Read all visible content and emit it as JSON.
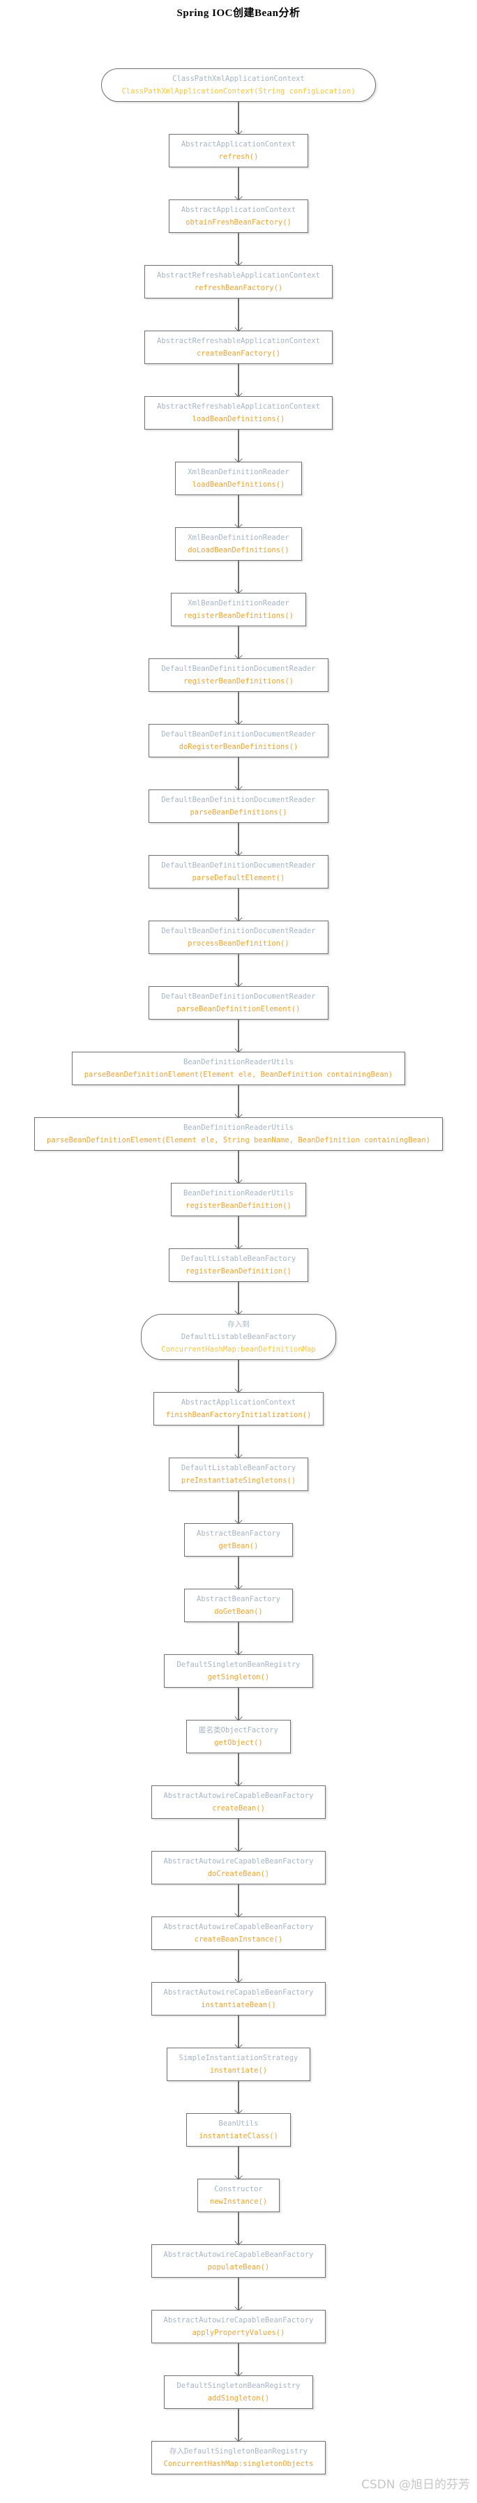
{
  "title": "Spring IOC创建Bean分析",
  "watermark": "CSDN @旭日的芬芳",
  "colors": {
    "class_text": "#a6b5c7",
    "method_text": "#f4a332",
    "bright_text": "#ffc53d",
    "border": "#6f6f6f",
    "arrow": "#6f6f6f",
    "watermark": "#c6c6c6",
    "background": "#ffffff"
  },
  "diagram": {
    "direction": "top-down",
    "nodes": [
      {
        "shape": "stadium",
        "lines": [
          {
            "style": "class",
            "text": "ClassPathXmlApplicationContext"
          },
          {
            "style": "bright",
            "text": "ClassPathXmlApplicationContext(String configLocation)"
          }
        ]
      },
      {
        "shape": "rect",
        "lines": [
          {
            "style": "class",
            "text": "AbstractApplicationContext"
          },
          {
            "style": "method",
            "text": "refresh()"
          }
        ]
      },
      {
        "shape": "rect",
        "lines": [
          {
            "style": "class",
            "text": "AbstractApplicationContext"
          },
          {
            "style": "method",
            "text": "obtainFreshBeanFactory()"
          }
        ]
      },
      {
        "shape": "rect",
        "lines": [
          {
            "style": "class",
            "text": "AbstractRefreshableApplicationContext"
          },
          {
            "style": "method",
            "text": "refreshBeanFactory()"
          }
        ]
      },
      {
        "shape": "rect",
        "lines": [
          {
            "style": "class",
            "text": "AbstractRefreshableApplicationContext"
          },
          {
            "style": "method",
            "text": "createBeanFactory()"
          }
        ]
      },
      {
        "shape": "rect",
        "lines": [
          {
            "style": "class",
            "text": "AbstractRefreshableApplicationContext"
          },
          {
            "style": "method",
            "text": "loadBeanDefinitions()"
          }
        ]
      },
      {
        "shape": "rect",
        "lines": [
          {
            "style": "class",
            "text": "XmlBeanDefinitionReader"
          },
          {
            "style": "method",
            "text": "loadBeanDefinitions()"
          }
        ]
      },
      {
        "shape": "rect",
        "lines": [
          {
            "style": "class",
            "text": "XmlBeanDefinitionReader"
          },
          {
            "style": "method",
            "text": "doLoadBeanDefinitions()"
          }
        ]
      },
      {
        "shape": "rect",
        "lines": [
          {
            "style": "class",
            "text": "XmlBeanDefinitionReader"
          },
          {
            "style": "method",
            "text": "registerBeanDefinitions()"
          }
        ]
      },
      {
        "shape": "rect",
        "lines": [
          {
            "style": "class",
            "text": "DefaultBeanDefinitionDocumentReader"
          },
          {
            "style": "method",
            "text": "registerBeanDefinitions()"
          }
        ]
      },
      {
        "shape": "rect",
        "lines": [
          {
            "style": "class",
            "text": "DefaultBeanDefinitionDocumentReader"
          },
          {
            "style": "method",
            "text": "doRegisterBeanDefinitions()"
          }
        ]
      },
      {
        "shape": "rect",
        "lines": [
          {
            "style": "class",
            "text": "DefaultBeanDefinitionDocumentReader"
          },
          {
            "style": "method",
            "text": "parseBeanDefinitions()"
          }
        ]
      },
      {
        "shape": "rect",
        "lines": [
          {
            "style": "class",
            "text": "DefaultBeanDefinitionDocumentReader"
          },
          {
            "style": "method",
            "text": "parseDefaultElement()"
          }
        ]
      },
      {
        "shape": "rect",
        "lines": [
          {
            "style": "class",
            "text": "DefaultBeanDefinitionDocumentReader"
          },
          {
            "style": "method",
            "text": "processBeanDefinition()"
          }
        ]
      },
      {
        "shape": "rect",
        "lines": [
          {
            "style": "class",
            "text": "DefaultBeanDefinitionDocumentReader"
          },
          {
            "style": "method",
            "text": "parseBeanDefinitionElement()"
          }
        ]
      },
      {
        "shape": "rect",
        "lines": [
          {
            "style": "class",
            "text": "BeanDefinitionReaderUtils"
          },
          {
            "style": "method",
            "text": "parseBeanDefinitionElement(Element ele, BeanDefinition containingBean)"
          }
        ]
      },
      {
        "shape": "rect",
        "lines": [
          {
            "style": "class",
            "text": "BeanDefinitionReaderUtils"
          },
          {
            "style": "method",
            "text": "parseBeanDefinitionElement(Element ele, String beanName, BeanDefinition containingBean)"
          }
        ]
      },
      {
        "shape": "rect",
        "lines": [
          {
            "style": "class",
            "text": "BeanDefinitionReaderUtils"
          },
          {
            "style": "method",
            "text": "registerBeanDefinition()"
          }
        ]
      },
      {
        "shape": "rect",
        "lines": [
          {
            "style": "class",
            "text": "DefaultListableBeanFactory"
          },
          {
            "style": "method",
            "text": "registerBeanDefinition()"
          }
        ]
      },
      {
        "shape": "stadium",
        "lines": [
          {
            "style": "class",
            "text": "存入到"
          },
          {
            "style": "class",
            "text": "DefaultListableBeanFactory"
          },
          {
            "style": "bright",
            "text": "ConcurrentHashMap:beanDefinitionMap"
          }
        ]
      },
      {
        "shape": "rect",
        "lines": [
          {
            "style": "class",
            "text": "AbstractApplicationContext"
          },
          {
            "style": "method",
            "text": "finishBeanFactoryInitialization()"
          }
        ]
      },
      {
        "shape": "rect",
        "lines": [
          {
            "style": "class",
            "text": "DefaultListableBeanFactory"
          },
          {
            "style": "method",
            "text": "preInstantiateSingletons()"
          }
        ]
      },
      {
        "shape": "rect",
        "lines": [
          {
            "style": "class",
            "text": "AbstractBeanFactory"
          },
          {
            "style": "method",
            "text": "getBean()"
          }
        ]
      },
      {
        "shape": "rect",
        "lines": [
          {
            "style": "class",
            "text": "AbstractBeanFactory"
          },
          {
            "style": "method",
            "text": "doGetBean()"
          }
        ]
      },
      {
        "shape": "rect",
        "lines": [
          {
            "style": "class",
            "text": "DefaultSingletonBeanRegistry"
          },
          {
            "style": "method",
            "text": "getSingleton()"
          }
        ]
      },
      {
        "shape": "rect",
        "lines": [
          {
            "style": "class",
            "text": "匿名类ObjectFactory"
          },
          {
            "style": "method",
            "text": "getObject()"
          }
        ]
      },
      {
        "shape": "rect",
        "lines": [
          {
            "style": "class",
            "text": "AbstractAutowireCapableBeanFactory"
          },
          {
            "style": "method",
            "text": "createBean()"
          }
        ]
      },
      {
        "shape": "rect",
        "lines": [
          {
            "style": "class",
            "text": "AbstractAutowireCapableBeanFactory"
          },
          {
            "style": "method",
            "text": "doCreateBean()"
          }
        ]
      },
      {
        "shape": "rect",
        "lines": [
          {
            "style": "class",
            "text": "AbstractAutowireCapableBeanFactory"
          },
          {
            "style": "method",
            "text": "createBeanInstance()"
          }
        ]
      },
      {
        "shape": "rect",
        "lines": [
          {
            "style": "class",
            "text": "AbstractAutowireCapableBeanFactory"
          },
          {
            "style": "method",
            "text": "instantiateBean()"
          }
        ]
      },
      {
        "shape": "rect",
        "lines": [
          {
            "style": "class",
            "text": "SimpleInstantiationStrategy"
          },
          {
            "style": "method",
            "text": "instantiate()"
          }
        ]
      },
      {
        "shape": "rect",
        "lines": [
          {
            "style": "class",
            "text": "BeanUtils"
          },
          {
            "style": "method",
            "text": "instantiateClass()"
          }
        ]
      },
      {
        "shape": "rect",
        "lines": [
          {
            "style": "class",
            "text": "Constructor"
          },
          {
            "style": "method",
            "text": "newInstance()"
          }
        ]
      },
      {
        "shape": "rect",
        "lines": [
          {
            "style": "class",
            "text": "AbstractAutowireCapableBeanFactory"
          },
          {
            "style": "method",
            "text": "populateBean()"
          }
        ]
      },
      {
        "shape": "rect",
        "lines": [
          {
            "style": "class",
            "text": "AbstractAutowireCapableBeanFactory"
          },
          {
            "style": "method",
            "text": "applyPropertyValues()"
          }
        ]
      },
      {
        "shape": "rect",
        "lines": [
          {
            "style": "class",
            "text": "DefaultSingletonBeanRegistry"
          },
          {
            "style": "method",
            "text": "addSingleton()"
          }
        ]
      },
      {
        "shape": "rect",
        "lines": [
          {
            "style": "class",
            "text": "存入DefaultSingletonBeanRegistry"
          },
          {
            "style": "method",
            "text": "ConcurrentHashMap:singletonObjects"
          }
        ]
      }
    ]
  }
}
